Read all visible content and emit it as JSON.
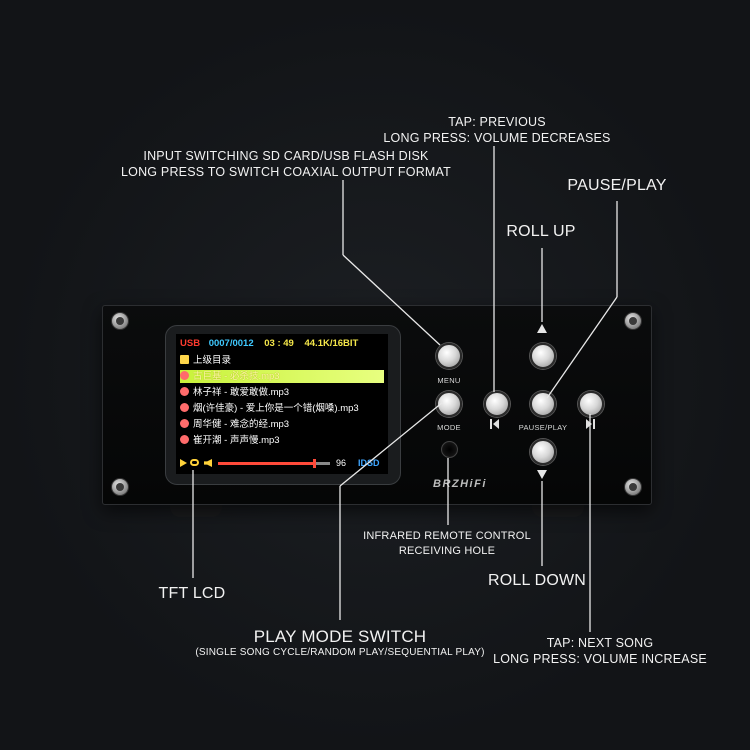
{
  "callouts": {
    "previous": {
      "line1": "TAP: PREVIOUS",
      "line2": "LONG PRESS: VOLUME DECREASES"
    },
    "input": {
      "line1": "INPUT SWITCHING SD CARD/USB FLASH DISK",
      "line2": "LONG PRESS TO SWITCH COAXIAL OUTPUT FORMAT"
    },
    "pause_play": "PAUSE/PLAY",
    "roll_up": "ROLL UP",
    "infrared": {
      "line1": "INFRARED REMOTE CONTROL",
      "line2": "RECEIVING HOLE"
    },
    "roll_down": "ROLL DOWN",
    "tft": "TFT LCD",
    "play_mode": {
      "title": "PLAY MODE SWITCH",
      "subtitle": "(SINGLE SONG CYCLE/RANDOM PLAY/SEQUENTIAL PLAY)"
    },
    "next": {
      "line1": "TAP: NEXT SONG",
      "line2": "LONG PRESS: VOLUME INCREASE"
    }
  },
  "device": {
    "brand": "BRZHiFi",
    "button_labels": {
      "menu": "MENU",
      "mode": "MODE",
      "pause_play": "PAUSE/PLAY"
    }
  },
  "lcd": {
    "source": "USB",
    "track_counter": "0007/0012",
    "time": "03 : 49",
    "format": "44.1K/16BIT",
    "rows": [
      {
        "icon": "folder",
        "text": "上级目录"
      },
      {
        "icon": "music",
        "text": "古巨基 - 必杀技.mp3",
        "selected": true
      },
      {
        "icon": "music",
        "text": "林子祥 - 敢爱敢做.mp3"
      },
      {
        "icon": "music",
        "text": "烟(许佳豪) - 爱上你是一个错(烟嗓).mp3"
      },
      {
        "icon": "music",
        "text": "周华健 - 难念的经.mp3"
      },
      {
        "icon": "music",
        "text": "崔开潮 - 声声慢.mp3"
      }
    ],
    "volume": "96",
    "volume_level_fraction": 0.85,
    "decoder": "IDSD"
  },
  "colors": {
    "background": "#121417",
    "lcd_source": "#ff3b2f",
    "lcd_counter": "#3fc9ff",
    "lcd_time": "#f5e74a",
    "lcd_selected_row": "#d8ff5c",
    "lcd_decoder": "#3fa6ff"
  },
  "icons": [
    "play-icon",
    "loop-icon",
    "volume-icon",
    "skip-previous-icon",
    "skip-next-icon",
    "arrow-up-icon",
    "arrow-down-icon",
    "folder-icon",
    "music-note-icon"
  ]
}
